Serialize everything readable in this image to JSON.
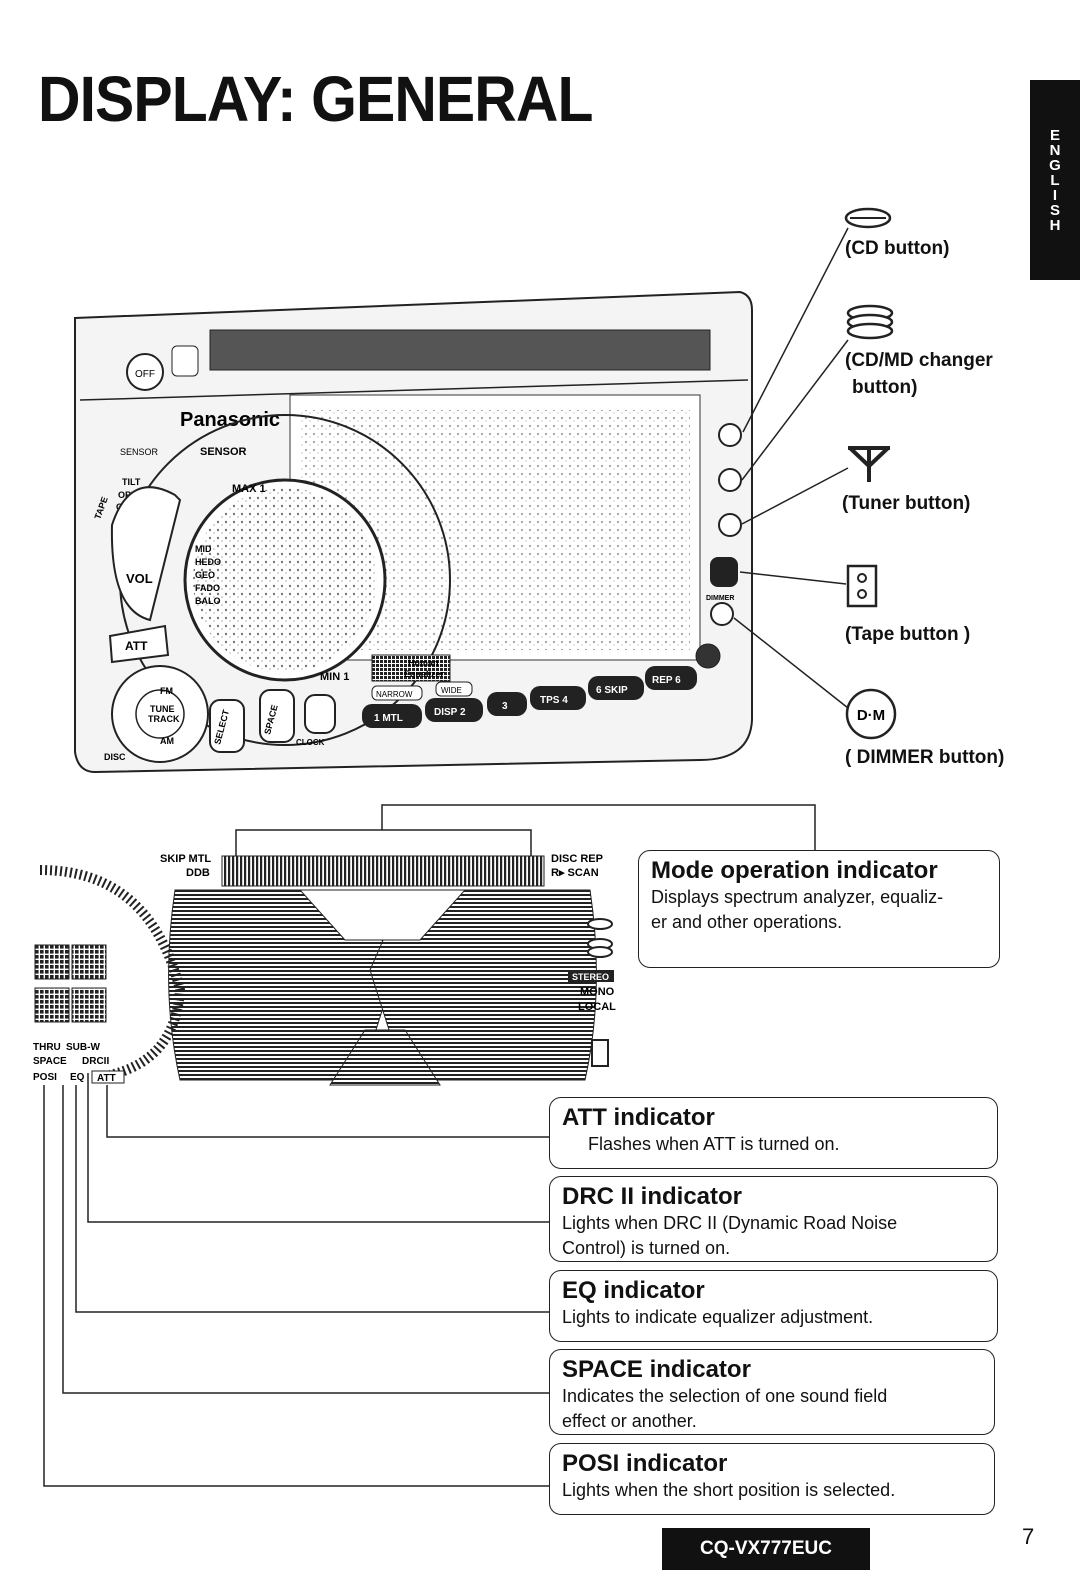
{
  "page": {
    "title": "DISPLAY: GENERAL",
    "language_tab": [
      "E",
      "N",
      "G",
      "L",
      "I",
      "S",
      "H"
    ],
    "model": "CQ-VX777EUC",
    "page_number": "7"
  },
  "buttons": [
    {
      "label": "(CD button)",
      "icon": "cd-icon"
    },
    {
      "label": "(CD/MD changer",
      "label2": "button)",
      "icon": "changer-icon"
    },
    {
      "label": "(Tuner button)",
      "icon": "antenna-icon"
    },
    {
      "label": "(Tape button )",
      "icon": "tape-icon"
    },
    {
      "label": "( DIMMER button)",
      "icon": "dm-icon",
      "icon_text": "D·M"
    }
  ],
  "unit": {
    "brand": "Panasonic",
    "labels": {
      "sensor": "SENSOR",
      "tilt": "TILT",
      "open": "OPEN",
      "close": "CLOSE",
      "tape": "TAPE",
      "vol": "VOL",
      "att": "ATT",
      "select": "SELECT",
      "space": "SPACE",
      "clock": "CLOCK",
      "max": "MAX 1",
      "min": "MIN 1",
      "tune": "TUNE",
      "track": "TRACK",
      "fm": "FM",
      "am": "AM",
      "disc": "DISC",
      "dimmer": "DIMMER",
      "off": "OFF",
      "narrow": "NARROW",
      "wide": "WIDE",
      "human": "Human",
      "equalizer": "Equalizer",
      "vertical_list": [
        "MID",
        "HEDO",
        "GEO",
        "FADO",
        "BALO"
      ],
      "presets": [
        "1 MTL",
        "DISP 2",
        "3",
        "TPS 4",
        "6 SKIP",
        "REP 6"
      ]
    }
  },
  "display": {
    "top_left": "SKIP MTL",
    "top_left2": "DDB",
    "top_right": "DISC  REP",
    "top_right2": "R▸  SCAN",
    "stereo": "STEREO",
    "mono": "MONO",
    "local": "LOCAL",
    "thru": "THRU",
    "subw": "SUB-W",
    "space": "SPACE",
    "drc": "DRCII",
    "posi": "POSI",
    "eq": "EQ",
    "att": "ATT"
  },
  "callouts": [
    {
      "title": "Mode operation indicator",
      "desc": "Displays spectrum analyzer, equaliz-",
      "desc2": "er and other operations."
    },
    {
      "title": "ATT indicator",
      "desc": "Flashes when ATT is turned on."
    },
    {
      "title": "DRC II indicator",
      "desc": "Lights when DRC II (Dynamic Road Noise",
      "desc2": "Control) is turned on."
    },
    {
      "title": "EQ indicator",
      "desc": "Lights to indicate equalizer adjustment."
    },
    {
      "title": "SPACE indicator",
      "desc": "Indicates the selection of one sound field",
      "desc2": "effect or another."
    },
    {
      "title": "POSI indicator",
      "desc": "Lights when the short position is selected."
    }
  ]
}
